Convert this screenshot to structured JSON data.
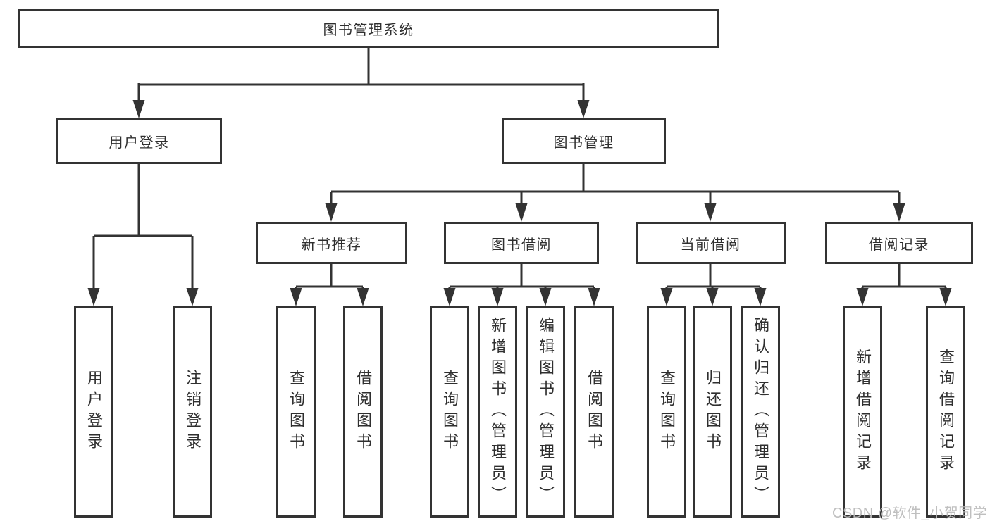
{
  "diagram": {
    "root": "图书管理系统",
    "level2": [
      "用户登录",
      "图书管理"
    ],
    "level3": [
      "新书推荐",
      "图书借阅",
      "当前借阅",
      "借阅记录"
    ],
    "leaves": {
      "login": [
        "用户登录",
        "注销登录"
      ],
      "newbooks": [
        "查询图书",
        "借阅图书"
      ],
      "borrow": [
        "查询图书",
        "新增图书（管理员）",
        "编辑图书（管理员）",
        "借阅图书"
      ],
      "current": [
        "查询图书",
        "归还图书",
        "确认归还（管理员）"
      ],
      "records": [
        "新增借阅记录",
        "查询借阅记录"
      ]
    }
  },
  "watermark": "CSDN @软件_小贺同学",
  "colors": {
    "stroke": "#333333",
    "text": "#2f2f2f",
    "background": "#ffffff",
    "watermark": "#bababa"
  }
}
